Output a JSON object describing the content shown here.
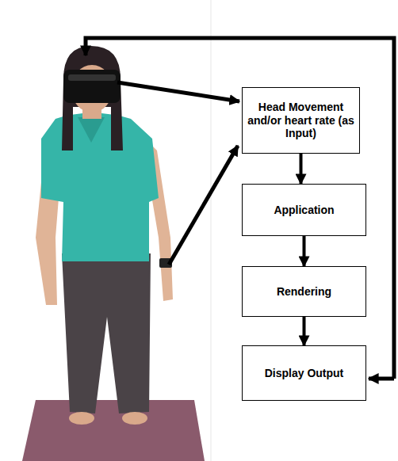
{
  "diagram": {
    "nodes": [
      {
        "text": [
          "Head Movement and/or heart rate (as Input)"
        ]
      },
      {
        "text": [
          "Application"
        ]
      },
      {
        "text": [
          "Rendering"
        ]
      },
      {
        "text": [
          "Display Output"
        ]
      }
    ],
    "edges": [
      {
        "from": 0,
        "to": 1,
        "arrow": "to"
      },
      {
        "from": 1,
        "to": 2,
        "arrow": "to"
      },
      {
        "from": 2,
        "to": 3,
        "arrow": "to"
      }
    ]
  }
}
